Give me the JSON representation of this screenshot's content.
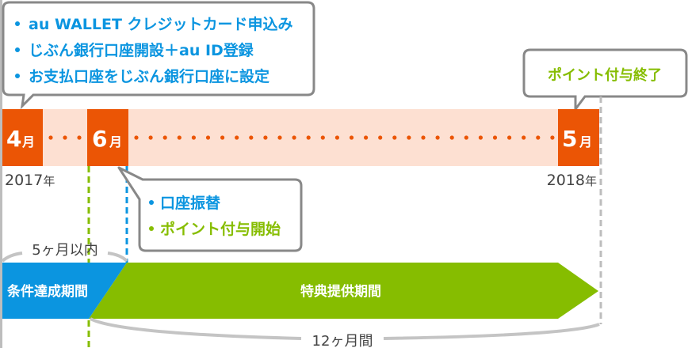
{
  "top_bubble": {
    "items": [
      {
        "text": "au WALLET クレジットカード申込み"
      },
      {
        "text": "じぶん銀行口座開設＋au ID登録"
      },
      {
        "text": "お支払口座をじぶん銀行口座に設定"
      }
    ]
  },
  "end_bubble": {
    "text": "ポイント付与終了"
  },
  "mid_bubble": {
    "items": [
      {
        "text": "口座振替"
      },
      {
        "text": "ポイント付与開始"
      }
    ]
  },
  "timeline": {
    "months": [
      {
        "num": "4",
        "unit": "月"
      },
      {
        "num": "6",
        "unit": "月"
      },
      {
        "num": "5",
        "unit": "月"
      }
    ],
    "start_year": {
      "num": "2017",
      "unit": "年"
    },
    "end_year": {
      "num": "2018",
      "unit": "年"
    }
  },
  "periods": {
    "condition_span": "5ヶ月以内",
    "condition_label": "条件達成期間",
    "benefit_label": "特典提供期間",
    "benefit_span": "12ヶ月間"
  },
  "colors": {
    "orange": "#eb5505",
    "pink": "#fde0d2",
    "blue": "#0b95e0",
    "green": "#86bd00",
    "gray": "#888888",
    "text": "#444444"
  }
}
